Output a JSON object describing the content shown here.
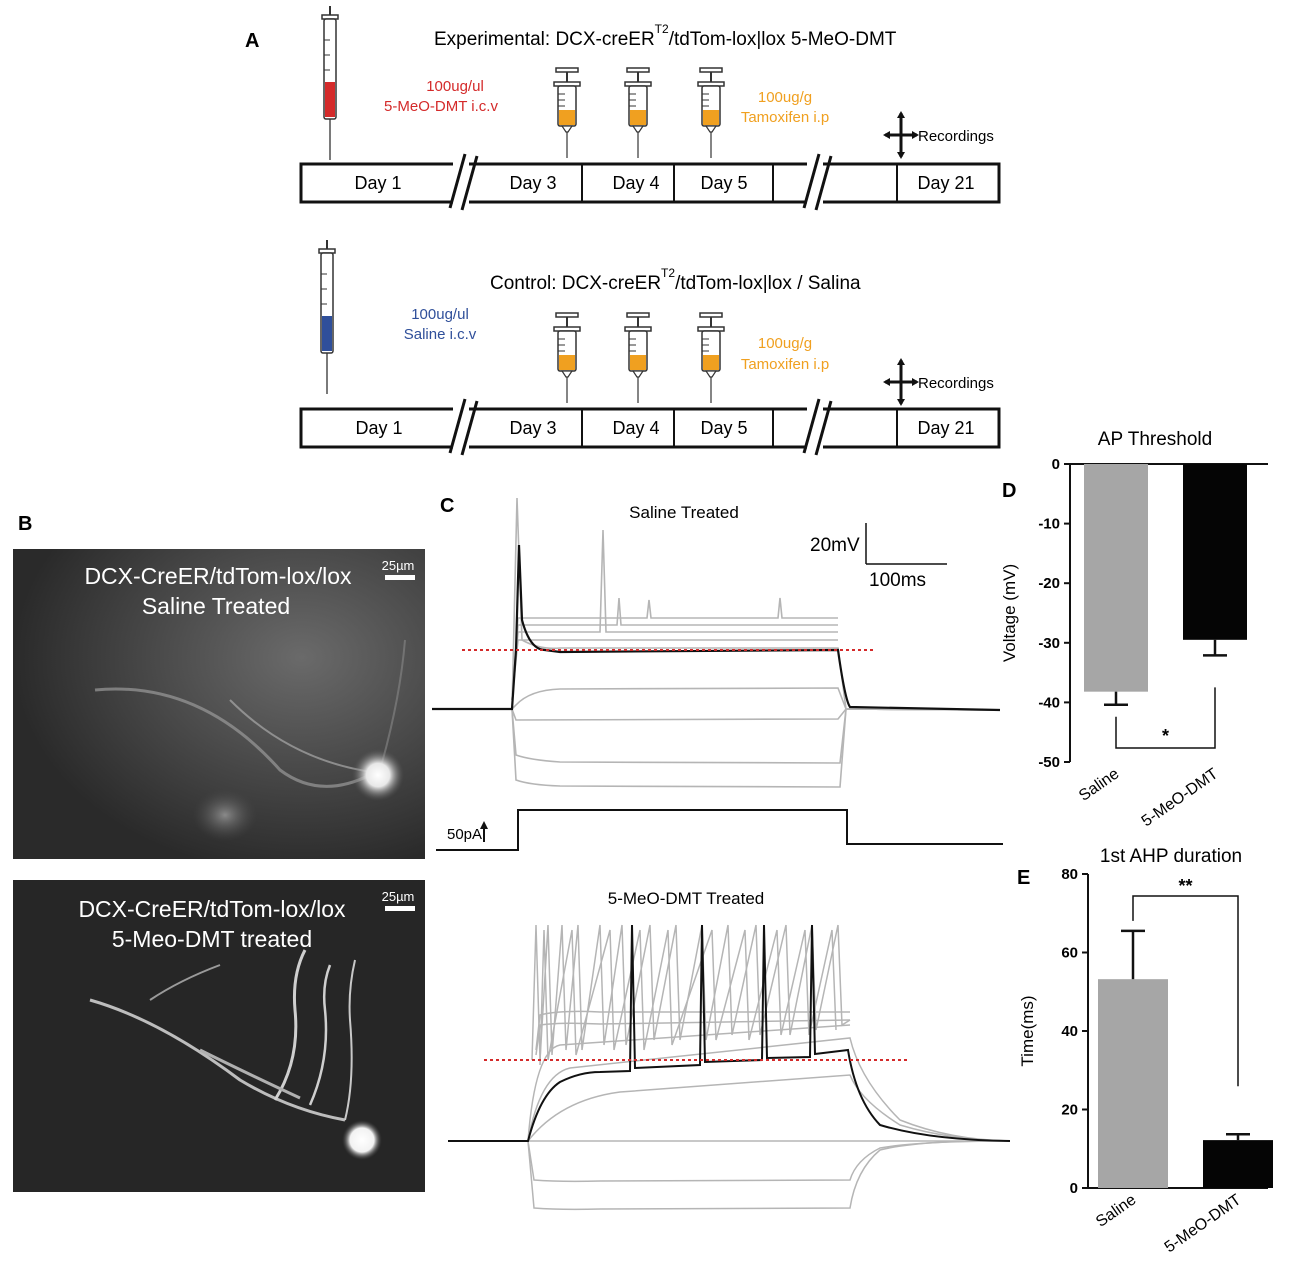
{
  "panel_labels": {
    "a": "A",
    "b": "B",
    "c": "C",
    "d": "D",
    "e": "E"
  },
  "timeline_experimental": {
    "title_prefix": "Experimental: DCX-creER",
    "title_sup": "T2",
    "title_suffix": "/tdTom-lox|lox 5-MeO-DMT",
    "icv_dose": "100ug/ul",
    "icv_drug": "5-MeO-DMT i.c.v",
    "tam_dose": "100ug/g",
    "tam_drug": "Tamoxifen i.p",
    "recordings": "Recordings",
    "days": [
      "Day 1",
      "Day 3",
      "Day 4",
      "Day 5",
      "Day 21"
    ],
    "icv_color": "#d42a2a",
    "tam_color": "#f0a020"
  },
  "timeline_control": {
    "title_prefix": "Control: DCX-creER",
    "title_sup": "T2",
    "title_suffix": "/tdTom-lox|lox / Salina",
    "icv_dose": "100ug/ul",
    "icv_drug": "Saline i.c.v",
    "tam_dose": "100ug/g",
    "tam_drug": "Tamoxifen i.p",
    "recordings": "Recordings",
    "days": [
      "Day 1",
      "Day 3",
      "Day 4",
      "Day 5",
      "Day 21"
    ],
    "icv_color": "#2f4f9a",
    "tam_color": "#f0a020"
  },
  "images": {
    "saline_line1": "DCX-CreER/tdTom-lox/lox",
    "saline_line2": "Saline Treated",
    "saline_scale": "25µm",
    "dmt_line1": "DCX-CreER/tdTom-lox/lox",
    "dmt_line2": "5-Meo-DMT treated",
    "dmt_scale": "25µm"
  },
  "traces": {
    "saline_title": "Saline Treated",
    "dmt_title": "5-MeO-DMT Treated",
    "scale_v": "20mV",
    "scale_t": "100ms",
    "step": "50pA"
  },
  "chart_data": [
    {
      "type": "bar",
      "title": "AP Threshold",
      "ylabel": "Voltage (mV)",
      "categories": [
        "Saline",
        "5-MeO-DMT"
      ],
      "values": [
        -38.2,
        -29.5
      ],
      "errors": [
        2.2,
        2.6
      ],
      "ylim": [
        -50,
        0
      ],
      "yticks": [
        0,
        -10,
        -20,
        -30,
        -40,
        -50
      ],
      "colors": [
        "#a6a6a6",
        "#050505"
      ],
      "significance": "*"
    },
    {
      "type": "bar",
      "title": "1st AHP duration",
      "ylabel": "Time(ms)",
      "categories": [
        "Saline",
        "5-MeO-DMT"
      ],
      "values": [
        53.2,
        12.2
      ],
      "errors": [
        12.3,
        1.5
      ],
      "ylim": [
        0,
        80
      ],
      "yticks": [
        0,
        20,
        40,
        60,
        80
      ],
      "colors": [
        "#a6a6a6",
        "#050505"
      ],
      "significance": "**"
    }
  ]
}
